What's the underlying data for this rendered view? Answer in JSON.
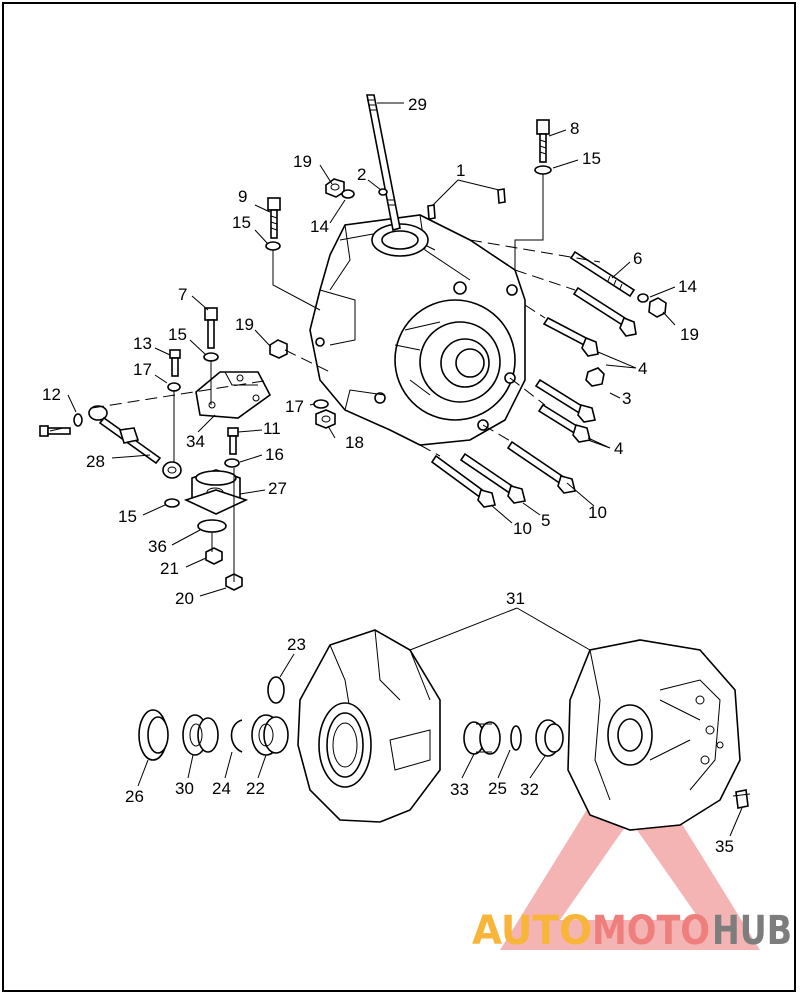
{
  "diagram": {
    "labels": [
      "29",
      "8",
      "15",
      "19",
      "2",
      "1",
      "9",
      "14",
      "15",
      "6",
      "14",
      "19",
      "7",
      "15",
      "19",
      "4",
      "3",
      "13",
      "17",
      "17",
      "12",
      "11",
      "16",
      "28",
      "34",
      "18",
      "4",
      "27",
      "10",
      "5",
      "10",
      "15",
      "36",
      "21",
      "20",
      "31",
      "23",
      "26",
      "30",
      "24",
      "22",
      "33",
      "25",
      "32",
      "35"
    ]
  },
  "watermark": {
    "part1": "AUTO",
    "part2": "MOTO",
    "part3": "HUB",
    "color1": "#f7b53a",
    "color2": "#ef7f7c",
    "color3": "#7d7d7d",
    "triangle_color": "#f08a8a"
  },
  "footer_note": "",
  "colors": {
    "line": "#000000",
    "background": "#ffffff"
  }
}
